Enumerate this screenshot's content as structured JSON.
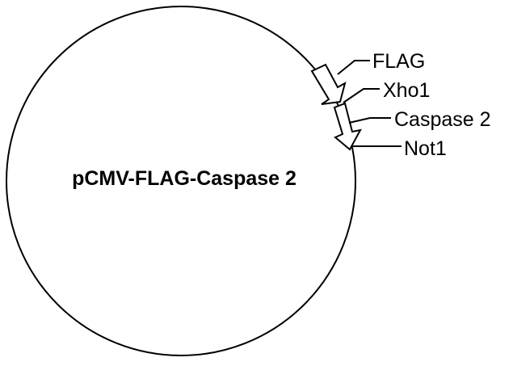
{
  "plasmid": {
    "name": "pCMV-FLAG-Caspase 2"
  },
  "features": {
    "flag": "FLAG",
    "xho1": "Xho1",
    "caspase2": "Caspase 2",
    "not1": "Not1"
  },
  "colors": {
    "line": "#000000",
    "background": "#ffffff",
    "arrow_fill": "#ffffff"
  }
}
